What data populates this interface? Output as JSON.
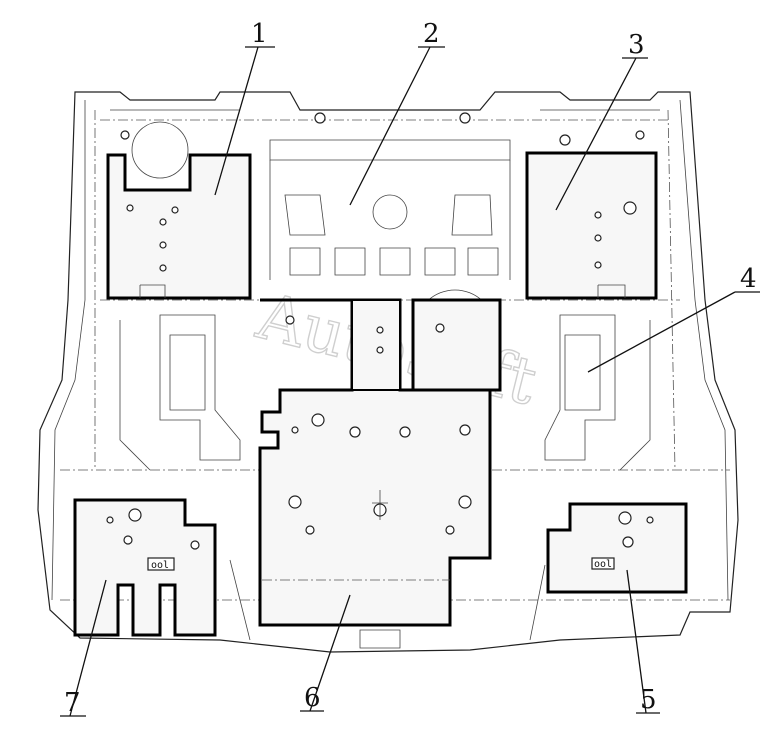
{
  "watermark": "AutoSoft",
  "callouts": {
    "c1": "1",
    "c2": "2",
    "c3": "3",
    "c4": "4",
    "c5": "5",
    "c6": "6",
    "c7": "7"
  },
  "panel_tags": {
    "left_rear": "ool",
    "right_rear": "ool"
  }
}
